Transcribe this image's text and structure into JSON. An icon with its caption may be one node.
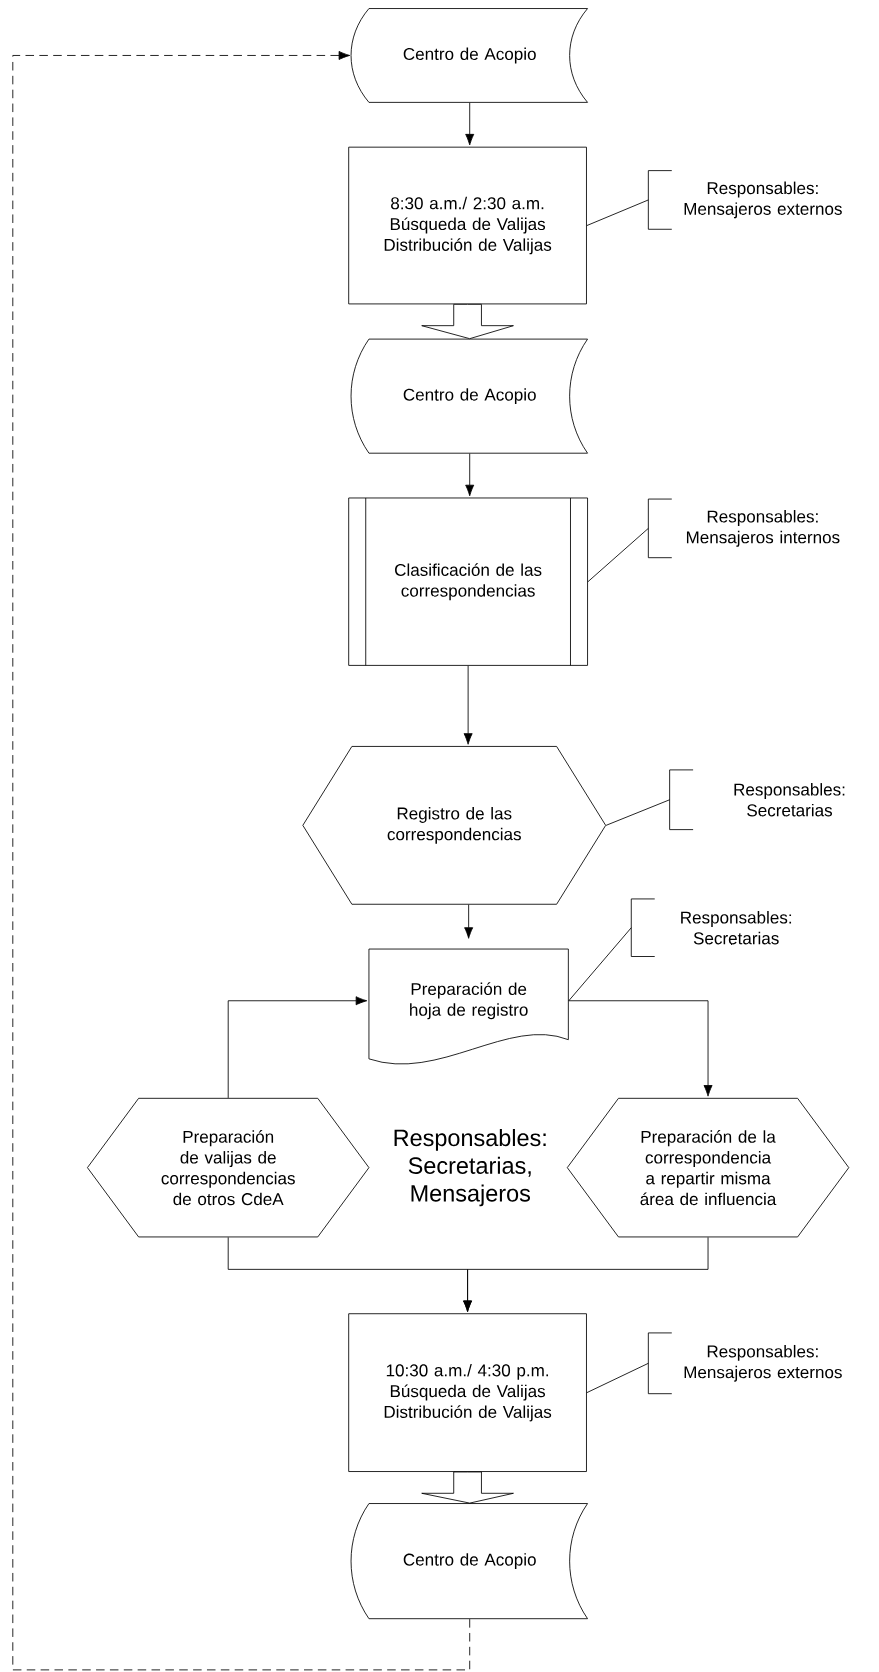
{
  "diagram": {
    "nodes": [
      {
        "text": [
          "Centro de Acopio"
        ]
      },
      {
        "text": [
          "8:30 a.m./ 2:30 a.m.",
          "Búsqueda de Valijas",
          "Distribución de Valijas"
        ]
      },
      {
        "text": [
          "Responsables:",
          "Mensajeros externos"
        ]
      },
      {
        "text": [
          "Centro de Acopio"
        ]
      },
      {
        "text": [
          "Clasificación de las correspondencias"
        ]
      },
      {
        "text": [
          "Responsables:",
          "Mensajeros internos"
        ]
      },
      {
        "text": [
          "Registro de las correspondencias"
        ]
      },
      {
        "text": [
          "Responsables:",
          "Secretarias"
        ]
      },
      {
        "text": [
          "Preparación de hoja de registro"
        ]
      },
      {
        "text": [
          "Responsables:",
          "Secretarias"
        ]
      },
      {
        "text": [
          "Preparación de valijas de correspondencias de otros CdeA"
        ]
      },
      {
        "text": [
          "Preparación de la correspondencia a repartir misma área de influencia"
        ]
      },
      {
        "text": [
          "10:30 a.m./ 4:30 p.m.",
          "Búsqueda de Valijas",
          "Distribución de Valijas"
        ]
      },
      {
        "text": [
          "Responsables:",
          "Mensajeros externos"
        ]
      },
      {
        "text": [
          "Centro de Acopio"
        ]
      }
    ],
    "edges": [
      {
        "from": 0,
        "to": 1,
        "arrow": "to"
      },
      {
        "from": 2,
        "to": 1,
        "arrow": "none"
      },
      {
        "from": 1,
        "to": 3,
        "arrow": "to",
        "style": "thick"
      },
      {
        "from": 3,
        "to": 4,
        "arrow": "to"
      },
      {
        "from": 5,
        "to": 4,
        "arrow": "none"
      },
      {
        "from": 4,
        "to": 6,
        "arrow": "to"
      },
      {
        "from": 7,
        "to": 6,
        "arrow": "none"
      },
      {
        "from": 6,
        "to": 8,
        "arrow": "to"
      },
      {
        "from": 9,
        "to": 8,
        "arrow": "none"
      },
      {
        "from": 8,
        "to": 11,
        "arrow": "to"
      },
      {
        "from": 10,
        "to": 8,
        "arrow": "to"
      },
      {
        "from": 10,
        "to": 12,
        "arrow": "to"
      },
      {
        "from": 11,
        "to": 12,
        "arrow": "to"
      },
      {
        "from": 13,
        "to": 12,
        "arrow": "none"
      },
      {
        "from": 12,
        "to": 14,
        "arrow": "to",
        "style": "thick"
      },
      {
        "from": 14,
        "to": 0,
        "arrow": "to",
        "style": "dashed"
      }
    ],
    "labels": [
      "Responsables: Secretarias, Mensajeros"
    ]
  }
}
